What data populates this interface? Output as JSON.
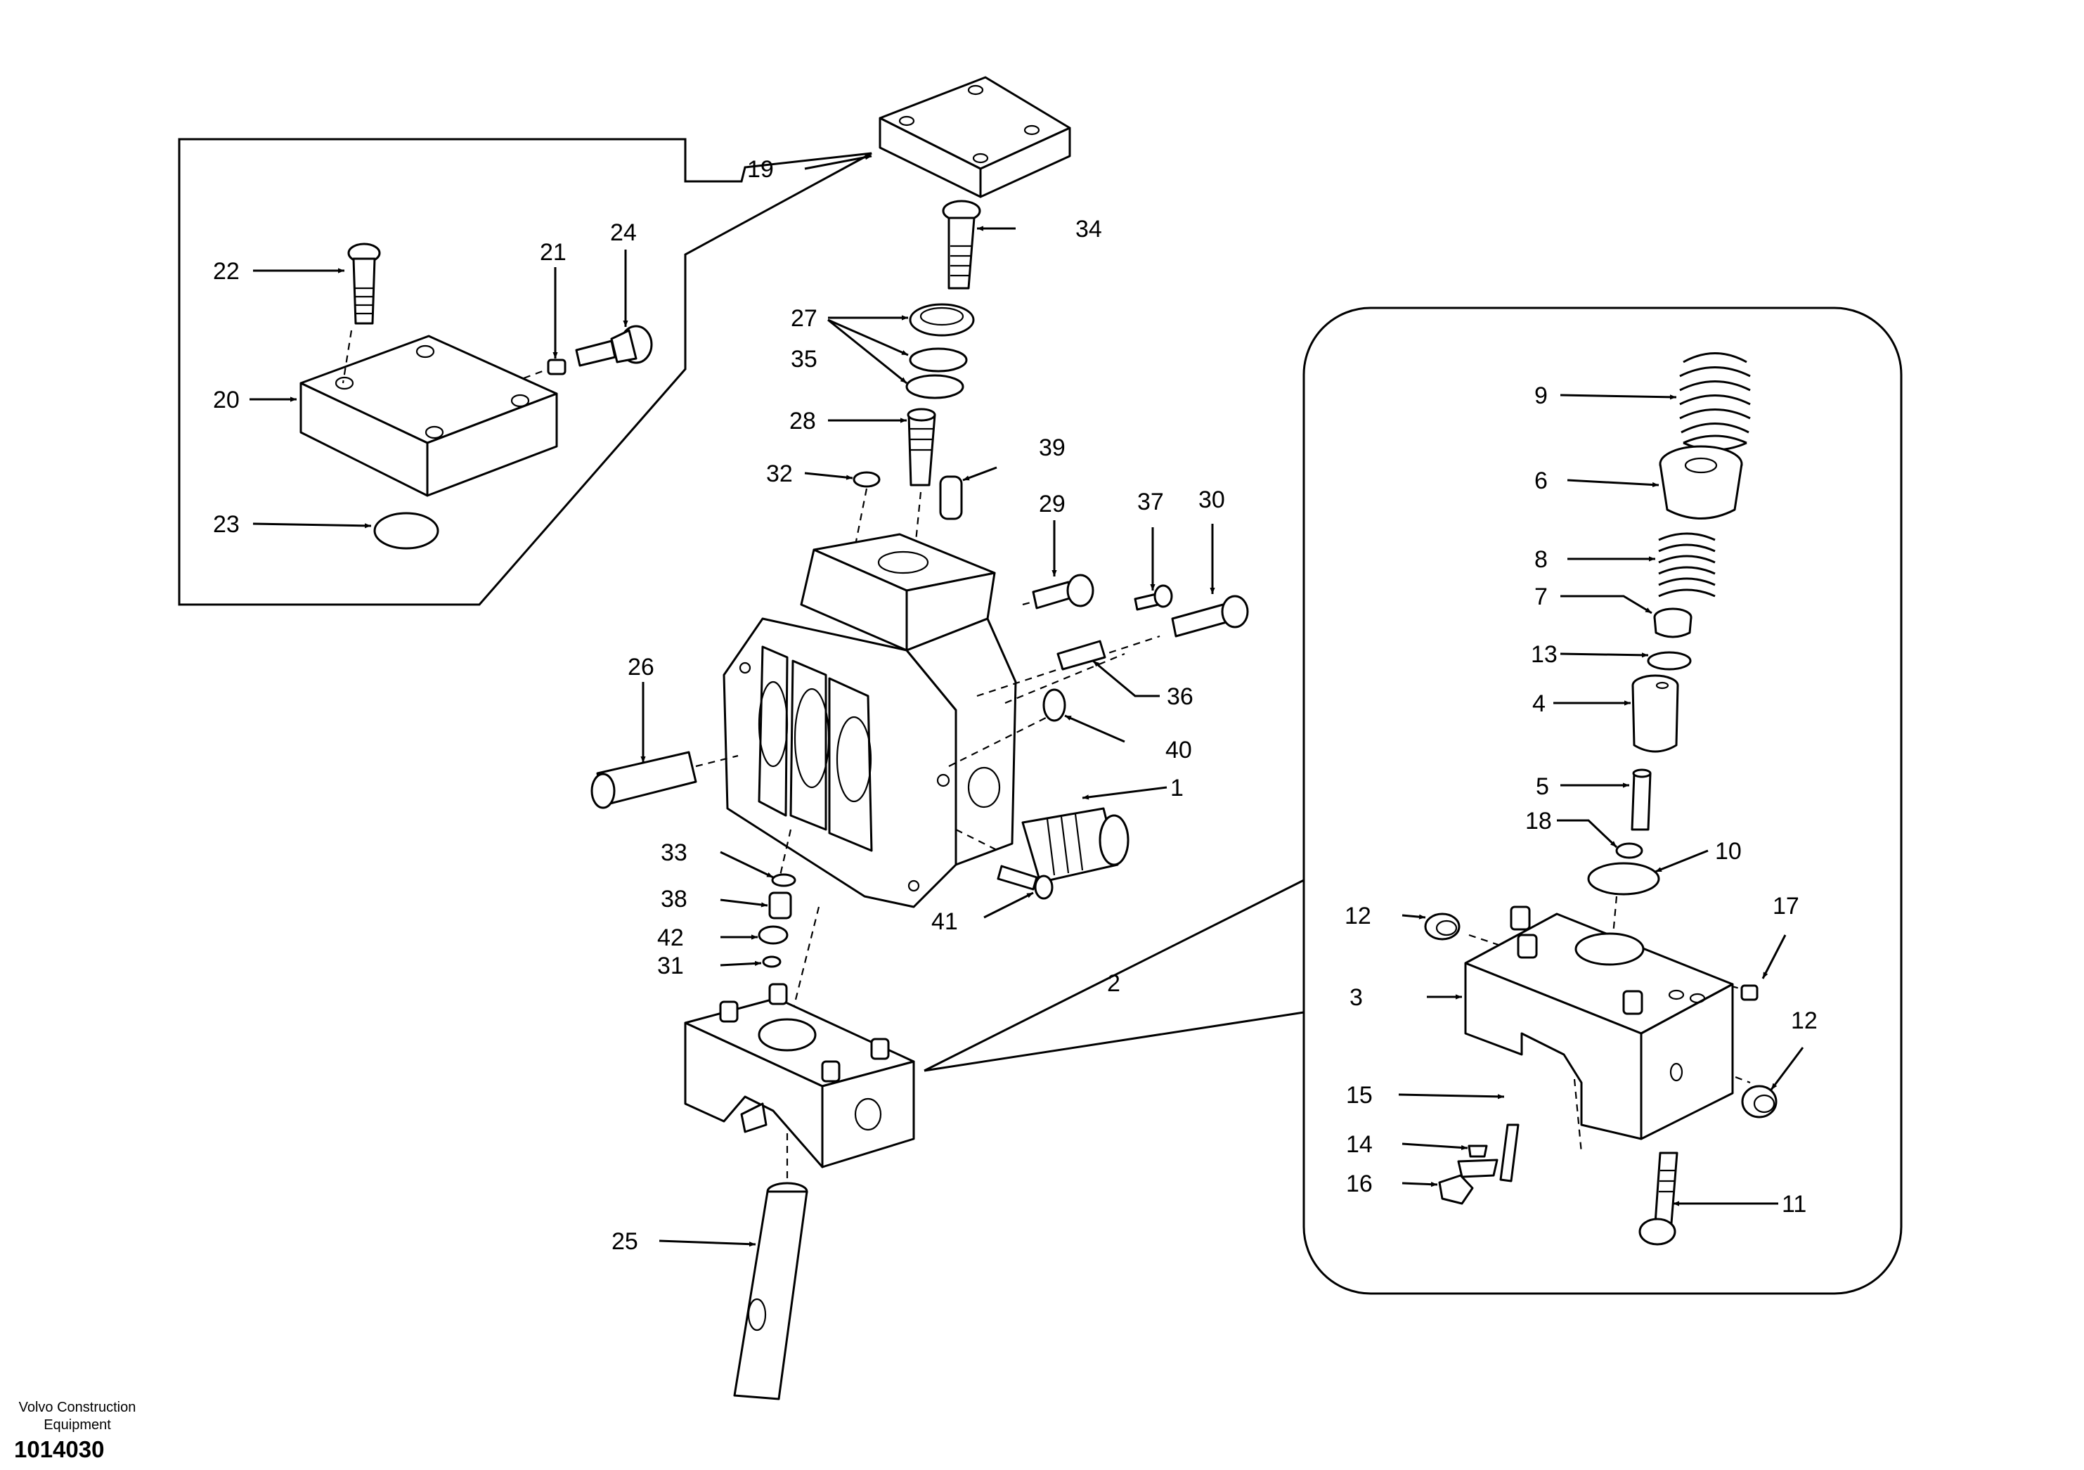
{
  "manufacturer": "Volvo Construction\nEquipment",
  "manufacturer_line1": "Volvo Construction",
  "manufacturer_line2": "Equipment",
  "drawing_number": "1014030",
  "callouts": {
    "c1": "1",
    "c2": "2",
    "c3": "3",
    "c4": "4",
    "c5": "5",
    "c6": "6",
    "c7": "7",
    "c8": "8",
    "c9": "9",
    "c10": "10",
    "c11": "11",
    "c12a": "12",
    "c12b": "12",
    "c13": "13",
    "c14": "14",
    "c15": "15",
    "c16": "16",
    "c17": "17",
    "c18": "18",
    "c19": "19",
    "c20": "20",
    "c21": "21",
    "c22": "22",
    "c23": "23",
    "c24": "24",
    "c25": "25",
    "c26": "26",
    "c27": "27",
    "c28": "28",
    "c29": "29",
    "c30": "30",
    "c31": "31",
    "c32": "32",
    "c33": "33",
    "c34": "34",
    "c35": "35",
    "c36": "36",
    "c37": "37",
    "c38": "38",
    "c39": "39",
    "c40": "40",
    "c41": "41",
    "c42": "42"
  }
}
